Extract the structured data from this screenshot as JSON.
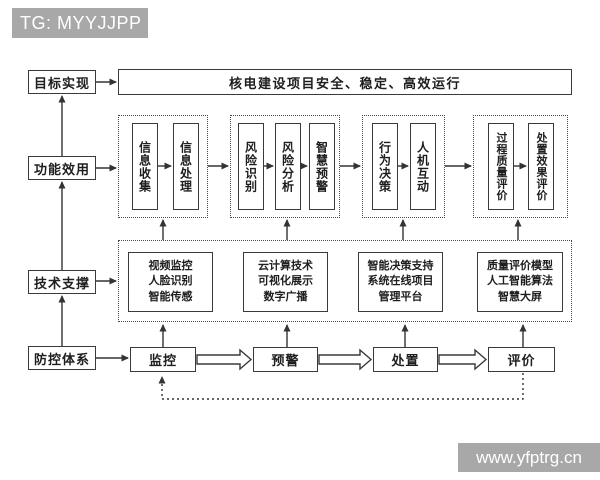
{
  "header": {
    "tag": "TG: MYYJJPP"
  },
  "watermark": {
    "url_text": "www.yfptrg.cn"
  },
  "diagram": {
    "top_banner": "核电建设项目安全、稳定、高效运行",
    "left_column": [
      {
        "label": "目标实现"
      },
      {
        "label": "功能效用"
      },
      {
        "label": "技术支撑"
      },
      {
        "label": "防控体系"
      }
    ],
    "function_groups": [
      {
        "items": [
          "信息收集",
          "信息处理"
        ]
      },
      {
        "items": [
          "风险识别",
          "风险分析",
          "智慧预警"
        ]
      },
      {
        "items": [
          "行为决策",
          "人机互动"
        ]
      },
      {
        "items": [
          "过程质量评价",
          "处置效果评价"
        ]
      }
    ],
    "tech_boxes": [
      {
        "lines": [
          "视频监控",
          "人脸识别",
          "智能传感"
        ]
      },
      {
        "lines": [
          "云计算技术",
          "可视化展示",
          "数字广播"
        ]
      },
      {
        "lines": [
          "智能决策支持",
          "系统在线项目",
          "管理平台"
        ]
      },
      {
        "lines": [
          "质量评价模型",
          "人工智能算法",
          "智慧大屏"
        ]
      }
    ],
    "process_steps": [
      "监控",
      "预警",
      "处置",
      "评价"
    ],
    "colors": {
      "line": "#333333",
      "gray_bar": "#a8a8a8",
      "bar_text": "#ffffff",
      "background": "#ffffff"
    }
  }
}
